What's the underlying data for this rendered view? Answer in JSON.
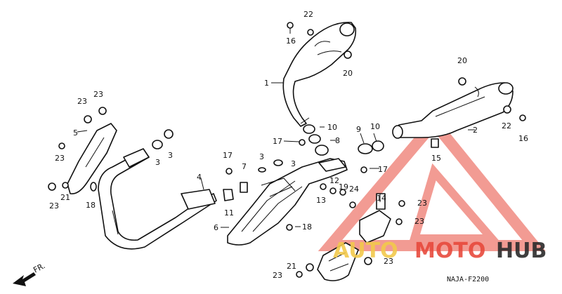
{
  "diagram": {
    "figure_code": "NAJA-F2200",
    "front_label": "FR.",
    "callouts": [
      {
        "id": "c22a",
        "label": "22"
      },
      {
        "id": "c16a",
        "label": "16"
      },
      {
        "id": "c20a",
        "label": "20"
      },
      {
        "id": "c1",
        "label": "1"
      },
      {
        "id": "c10a",
        "label": "10"
      },
      {
        "id": "c17a",
        "label": "17"
      },
      {
        "id": "c8",
        "label": "8"
      },
      {
        "id": "c9",
        "label": "9"
      },
      {
        "id": "c10b",
        "label": "10"
      },
      {
        "id": "c20b",
        "label": "20"
      },
      {
        "id": "c2",
        "label": "2"
      },
      {
        "id": "c22b",
        "label": "22"
      },
      {
        "id": "c16b",
        "label": "16"
      },
      {
        "id": "c15",
        "label": "15"
      },
      {
        "id": "c23a",
        "label": "23"
      },
      {
        "id": "c23b",
        "label": "23"
      },
      {
        "id": "c5",
        "label": "5"
      },
      {
        "id": "c3a",
        "label": "3"
      },
      {
        "id": "c3b",
        "label": "3"
      },
      {
        "id": "c23c",
        "label": "23"
      },
      {
        "id": "c4",
        "label": "4"
      },
      {
        "id": "c17b",
        "label": "17"
      },
      {
        "id": "c7",
        "label": "7"
      },
      {
        "id": "c3c",
        "label": "3"
      },
      {
        "id": "c3d",
        "label": "3"
      },
      {
        "id": "c17c",
        "label": "17"
      },
      {
        "id": "c12",
        "label": "12"
      },
      {
        "id": "c19",
        "label": "19"
      },
      {
        "id": "c13",
        "label": "13"
      },
      {
        "id": "c24",
        "label": "24"
      },
      {
        "id": "c14",
        "label": "14"
      },
      {
        "id": "c23d",
        "label": "23"
      },
      {
        "id": "c23e",
        "label": "23"
      },
      {
        "id": "c23f",
        "label": "23"
      },
      {
        "id": "c21a",
        "label": "21"
      },
      {
        "id": "c18a",
        "label": "18"
      },
      {
        "id": "c11",
        "label": "11"
      },
      {
        "id": "c6",
        "label": "6"
      },
      {
        "id": "c18b",
        "label": "18"
      },
      {
        "id": "c23g",
        "label": "23"
      },
      {
        "id": "c21b",
        "label": "21"
      },
      {
        "id": "c23h",
        "label": "23"
      }
    ]
  },
  "watermark": {
    "word_auto": "AUTO",
    "word_moto": "MOTO",
    "word_hub": "HUB",
    "color_auto": "#f2c94c",
    "color_moto": "#e84a3c",
    "color_hub": "#2b2b2b"
  }
}
